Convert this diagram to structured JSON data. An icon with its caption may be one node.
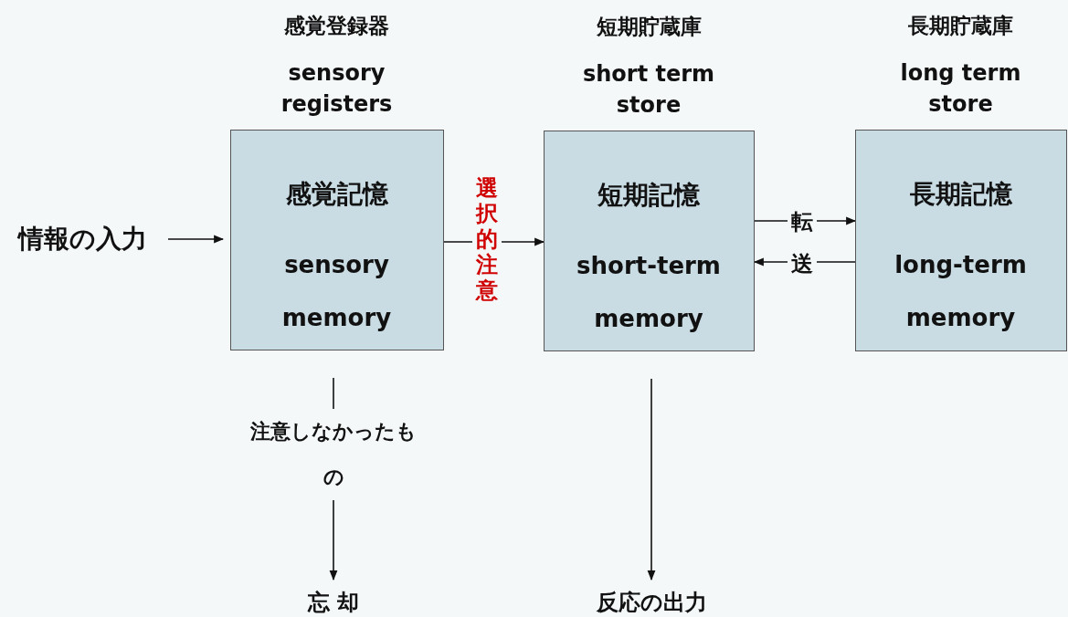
{
  "diagram": {
    "nodes": [
      {
        "text": [
          "情報の入力"
        ]
      },
      {
        "text": [
          "感覚登録器",
          "sensory registers",
          "感覚記憶",
          "sensory memory"
        ]
      },
      {
        "text": [
          "短期貯蔵庫",
          "short term store",
          "短期記憶",
          "short-term memory"
        ]
      },
      {
        "text": [
          "長期貯蔵庫",
          "long term store",
          "長期記憶",
          "long-term memory"
        ]
      },
      {
        "text": [
          "忘 却"
        ]
      },
      {
        "text": [
          "反応の出力"
        ]
      }
    ],
    "edges": [
      {
        "from": 0,
        "to": 1,
        "arrow": "to"
      },
      {
        "from": 1,
        "to": 2,
        "arrow": "to",
        "label": "選択的注意"
      },
      {
        "from": 2,
        "to": 3,
        "arrow": "to",
        "label": "転"
      },
      {
        "from": 3,
        "to": 2,
        "arrow": "to",
        "label": "送"
      },
      {
        "from": 1,
        "to": 4,
        "arrow": "to",
        "label": "注意しなかったもの"
      },
      {
        "from": 2,
        "to": 5,
        "arrow": "to"
      }
    ]
  }
}
